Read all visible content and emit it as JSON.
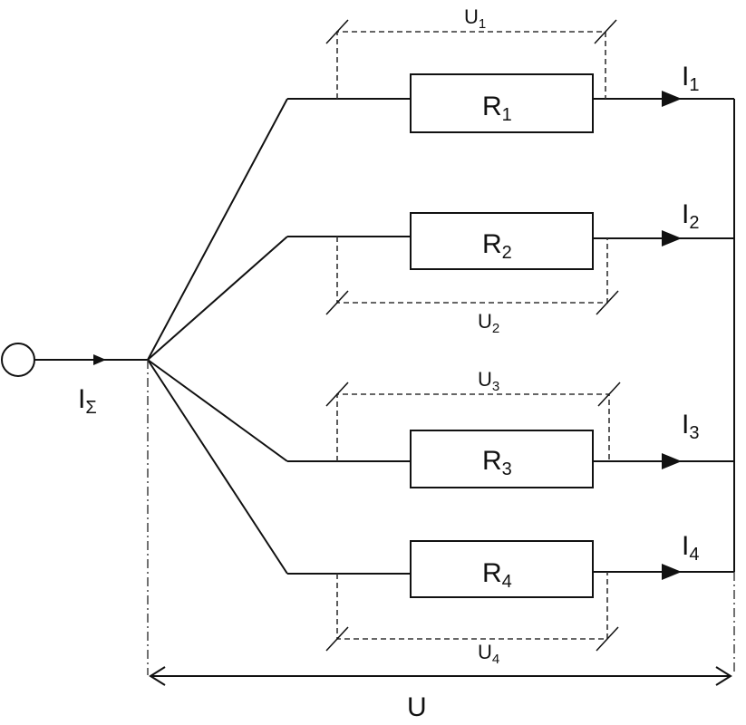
{
  "source_label": {
    "main": "I",
    "sub": "Σ"
  },
  "branches": [
    {
      "resistor": {
        "main": "R",
        "sub": "1"
      },
      "current": {
        "main": "I",
        "sub": "1"
      },
      "voltage": {
        "main": "U",
        "sub": "1"
      }
    },
    {
      "resistor": {
        "main": "R",
        "sub": "2"
      },
      "current": {
        "main": "I",
        "sub": "2"
      },
      "voltage": {
        "main": "U",
        "sub": "2"
      }
    },
    {
      "resistor": {
        "main": "R",
        "sub": "3"
      },
      "current": {
        "main": "I",
        "sub": "3"
      },
      "voltage": {
        "main": "U",
        "sub": "3"
      }
    },
    {
      "resistor": {
        "main": "R",
        "sub": "4"
      },
      "current": {
        "main": "I",
        "sub": "4"
      },
      "voltage": {
        "main": "U",
        "sub": "4"
      }
    }
  ],
  "total_voltage": "U",
  "colors": {
    "line": "#111111",
    "dashed": "#333333",
    "background": "#ffffff"
  }
}
